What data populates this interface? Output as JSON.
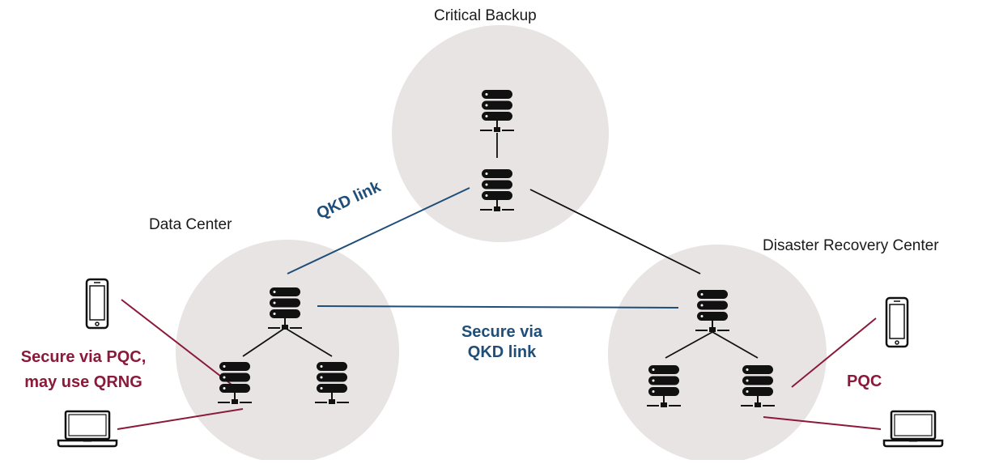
{
  "nodes": {
    "critical_backup": "Critical Backup",
    "data_center": "Data Center",
    "disaster_recovery": "Disaster Recovery Center"
  },
  "links": {
    "qkd_link": "QKD link",
    "secure_qkd_line1": "Secure via",
    "secure_qkd_line2": "QKD link"
  },
  "pqc": {
    "left_line1": "Secure via PQC,",
    "left_line2": "may use QRNG",
    "right": "PQC"
  },
  "colors": {
    "qkd_blue": "#1f4e79",
    "pqc_red": "#8b1a3a",
    "site_circle": "#e8e4e3",
    "server": "#111111"
  }
}
